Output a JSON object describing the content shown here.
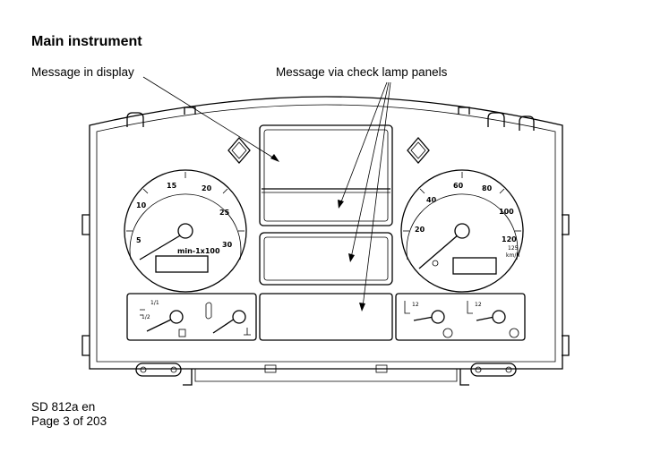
{
  "document": {
    "title": "Main instrument",
    "callout_display": "Message in display",
    "callout_lamps": "Message via check lamp panels",
    "footer_code": "SD 812a en",
    "footer_page": "Page 3 of 203"
  },
  "cluster": {
    "tachometer": {
      "ticks": [
        "5",
        "10",
        "15",
        "20",
        "25",
        "30"
      ],
      "unit": "min-1x100"
    },
    "speedometer": {
      "ticks": [
        "20",
        "40",
        "60",
        "80",
        "100",
        "120",
        "125"
      ],
      "unit": "km/h"
    },
    "fuel_gauge": {
      "labels": [
        "1/1",
        "1/2"
      ]
    },
    "pressure_gauge_1": {
      "label": "12"
    },
    "pressure_gauge_2": {
      "label": "12"
    }
  }
}
